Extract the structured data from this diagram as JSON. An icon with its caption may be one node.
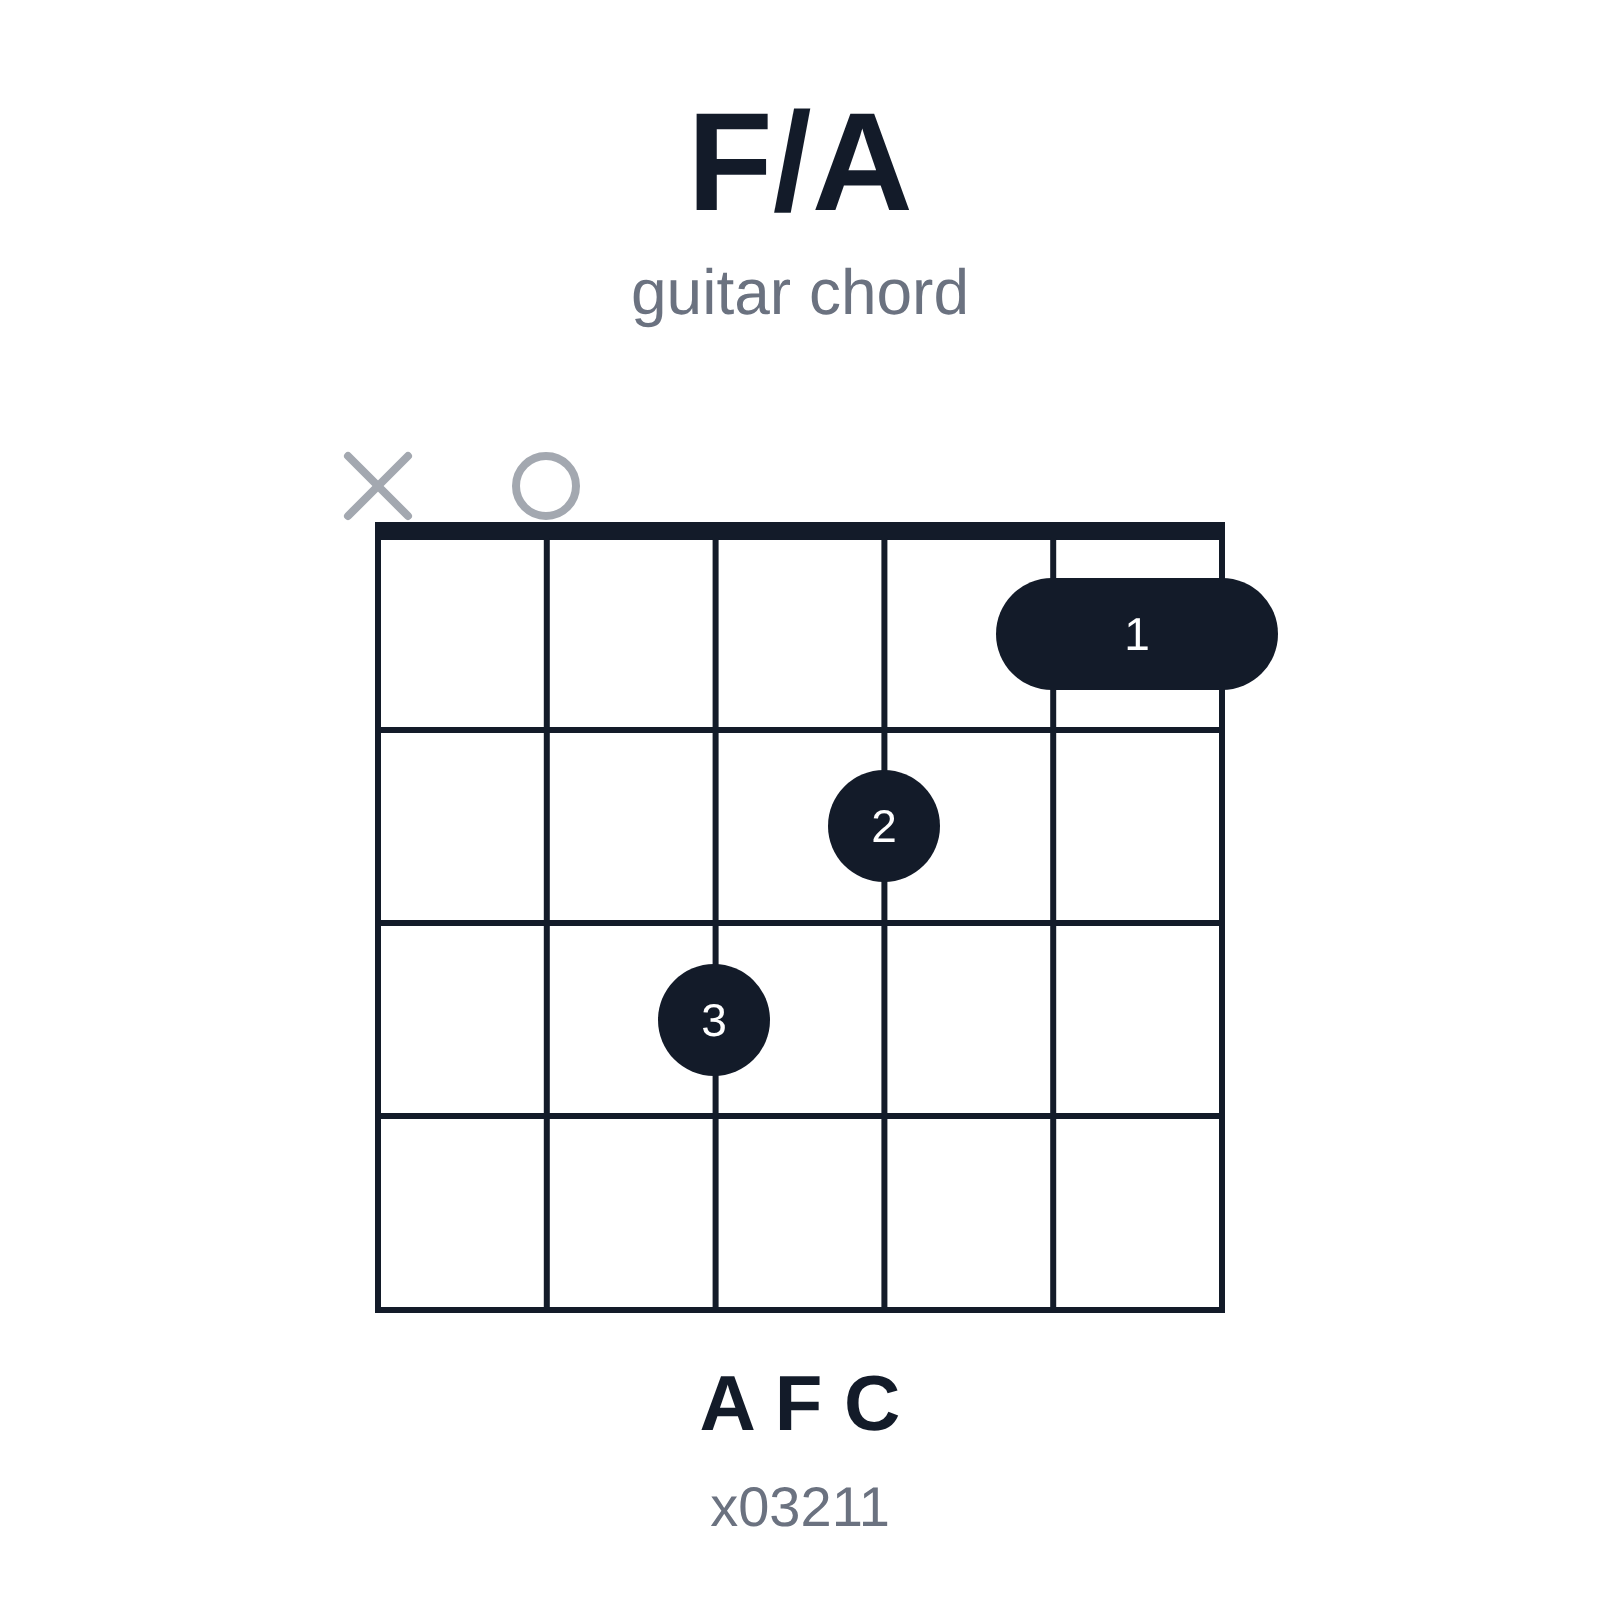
{
  "diagram": {
    "title": "F/A",
    "nodes": [
      {
        "text": [
          "1"
        ]
      },
      {
        "text": [
          "2"
        ]
      },
      {
        "text": [
          "3"
        ]
      }
    ],
    "labels": [
      "guitar chord",
      "A F C",
      "x03211"
    ]
  }
}
